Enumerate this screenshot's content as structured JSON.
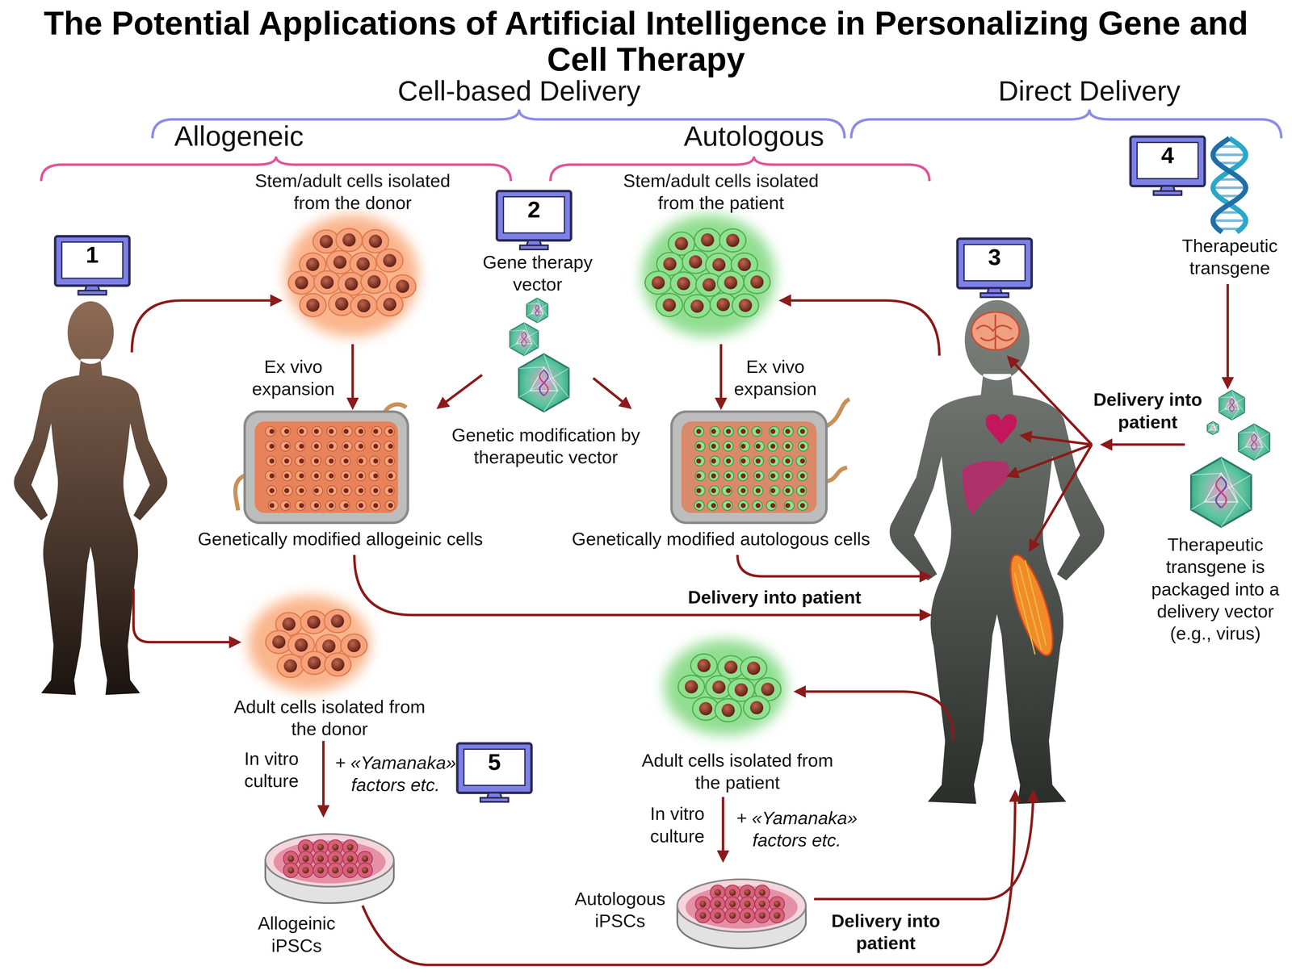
{
  "diagram": {
    "title": "The Potential Applications of Artificial Intelligence in Personalizing Gene and Cell Therapy",
    "nodes": [
      {
        "text": [
          "Stem/adult cells isolated from the donor"
        ]
      },
      {
        "text": [
          "Gene therapy vector"
        ]
      },
      {
        "text": [
          "Stem/adult cells isolated from the patient"
        ]
      },
      {
        "text": [
          "Therapeutic transgene"
        ]
      },
      {
        "text": [
          "Genetically modified allogeinic cells"
        ]
      },
      {
        "text": [
          "Genetically modified autologous cells"
        ]
      },
      {
        "text": [
          "Therapeutic transgene is packaged into a delivery vector (e.g., virus)"
        ]
      },
      {
        "text": [
          "Adult cells isolated from the donor"
        ]
      },
      {
        "text": [
          "Adult cells isolated from the patient"
        ]
      },
      {
        "text": [
          "Allogeinic iPSCs"
        ]
      },
      {
        "text": [
          "Autologous iPSCs"
        ]
      }
    ],
    "edges": [
      {
        "from": 0,
        "to": 4,
        "arrow": "to",
        "label": "Ex vivo expansion"
      },
      {
        "from": 1,
        "to": 4,
        "arrow": "to"
      },
      {
        "from": 1,
        "to": 5,
        "arrow": "to"
      },
      {
        "from": 2,
        "to": 5,
        "arrow": "to",
        "label": "Ex vivo expansion"
      },
      {
        "from": 3,
        "to": 6,
        "arrow": "to"
      },
      {
        "from": 7,
        "to": 9,
        "arrow": "to",
        "label": "In vitro culture"
      },
      {
        "from": 8,
        "to": 10,
        "arrow": "to",
        "label": "In vitro culture"
      }
    ],
    "labels": [
      "Cell-based Delivery",
      "Direct Delivery",
      "Allogeneic",
      "Autologous",
      "1",
      "2",
      "3",
      "4",
      "5",
      "Genetic modification by therapeutic vector",
      "Delivery into patient",
      "Delivery into patient",
      "Delivery into patient",
      "+ «Yamanaka» factors etc.",
      "+ «Yamanaka» factors etc."
    ]
  }
}
